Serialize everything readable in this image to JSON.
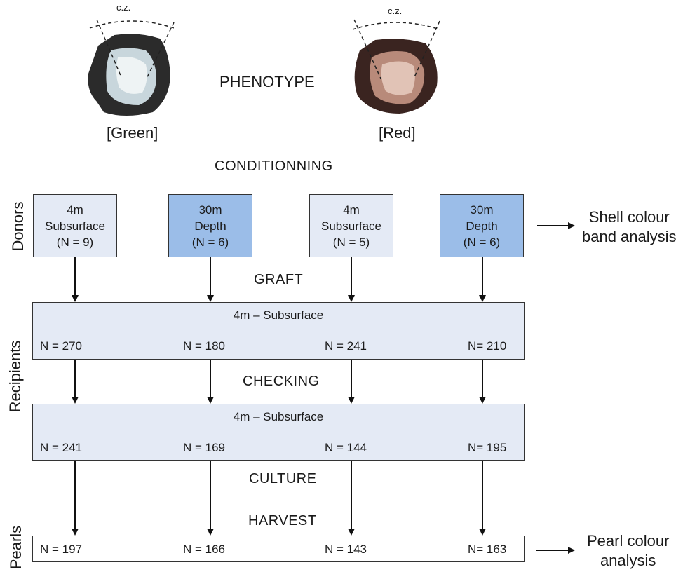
{
  "phenotype": {
    "title": "PHENOTYPE",
    "zone_label": "c.z.",
    "left_label": "[Green]",
    "right_label": "[Red]"
  },
  "stages": {
    "conditioning": "CONDITIONNING",
    "graft": "GRAFT",
    "checking": "CHECKING",
    "culture": "CULTURE",
    "harvest": "HARVEST"
  },
  "side_labels": {
    "donors": "Donors",
    "recipients": "Recipients",
    "pearls": "Pearls"
  },
  "donors": [
    {
      "line1": "4m",
      "line2": "Subsurface",
      "line3": "(N = 9)",
      "style": "light"
    },
    {
      "line1": "30m",
      "line2": "Depth",
      "line3": "(N = 6)",
      "style": "dark"
    },
    {
      "line1": "4m",
      "line2": "Subsurface",
      "line3": "(N = 5)",
      "style": "light"
    },
    {
      "line1": "30m",
      "line2": "Depth",
      "line3": "(N = 6)",
      "style": "dark"
    }
  ],
  "recipients_graft": {
    "title": "4m – Subsurface",
    "counts": [
      "N = 270",
      "N = 180",
      "N = 241",
      "N= 210"
    ]
  },
  "recipients_checking": {
    "title": "4m – Subsurface",
    "counts": [
      "N = 241",
      "N = 169",
      "N = 144",
      "N= 195"
    ]
  },
  "pearls": {
    "counts": [
      "N = 197",
      "N = 166",
      "N = 143",
      "N= 163"
    ]
  },
  "outputs": {
    "shell_line1": "Shell colour",
    "shell_line2": "band analysis",
    "pearl_line1": "Pearl colour",
    "pearl_line2": "analysis"
  },
  "colors": {
    "light_box": "#e4eaf5",
    "dark_box": "#9bbde8"
  }
}
